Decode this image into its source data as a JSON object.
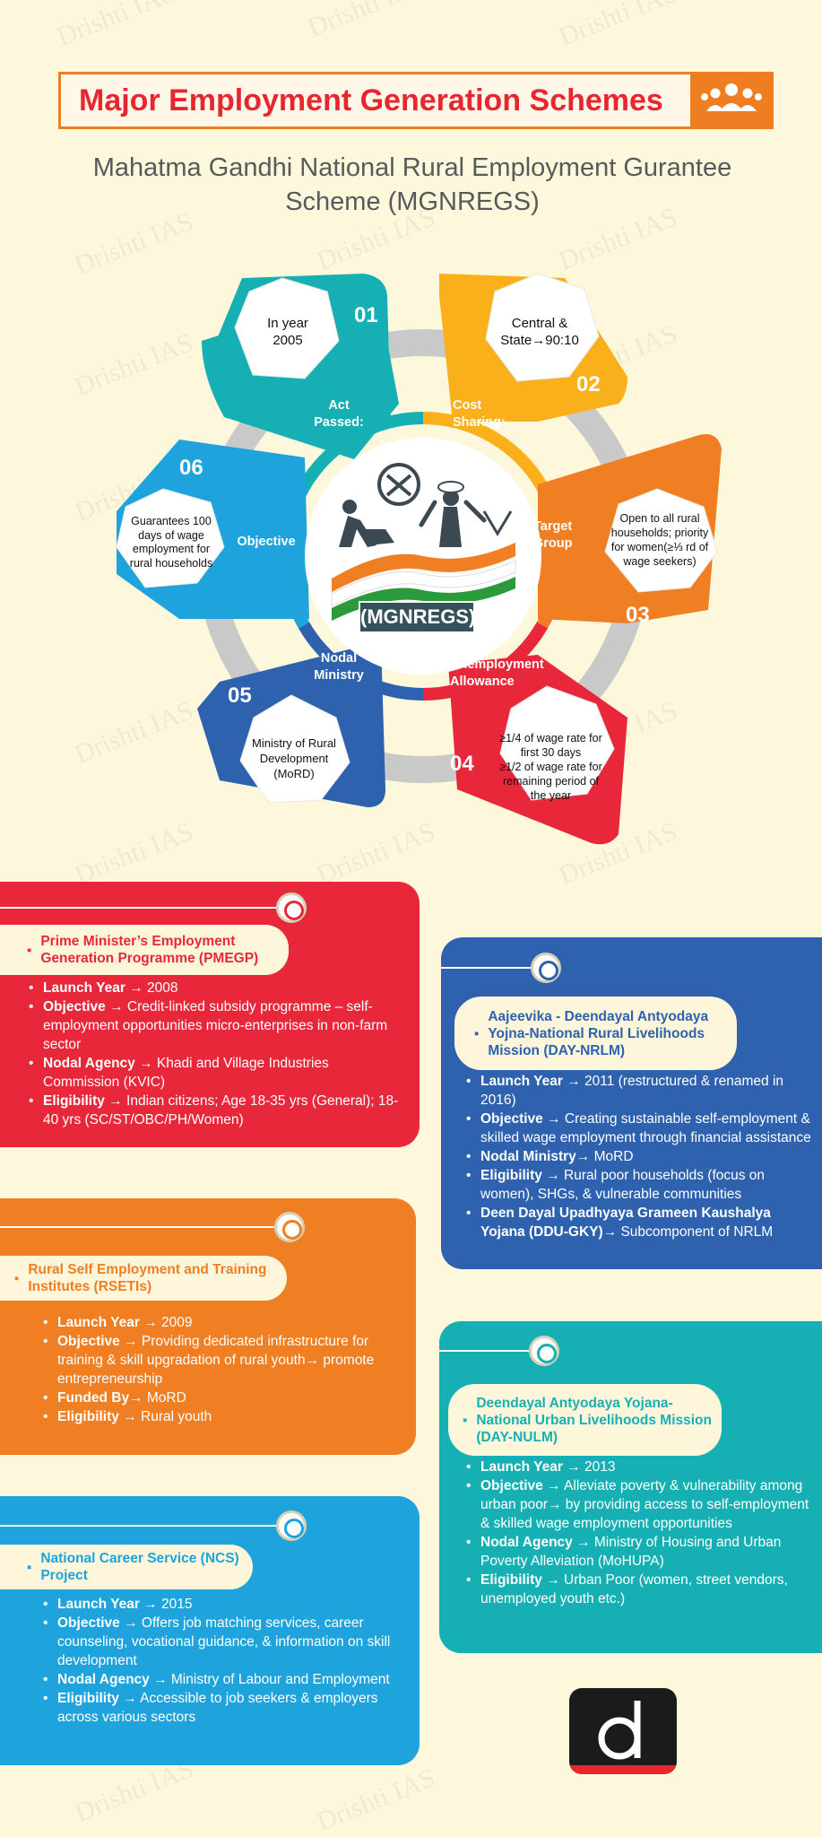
{
  "watermark": "Drishti IAS",
  "header": {
    "title": "Major Employment Generation Schemes",
    "icon": "people-group-icon",
    "accent": "#ef7d22",
    "title_color": "#e8262f"
  },
  "subtitle": "Mahatma Gandhi National Rural Employment Gurantee Scheme (MGNREGS)",
  "wheel": {
    "center_label": "(MGNREGS)",
    "petals": [
      {
        "num": "01",
        "label": "Act Passed:",
        "text": "In year 2005",
        "color": "#16b0b4"
      },
      {
        "num": "02",
        "label": "Cost Sharing:",
        "text": "Central & State→90:10",
        "color": "#f9b01a"
      },
      {
        "num": "03",
        "label": "Target Group",
        "text": "Open to all rural households; priority for women(≥⅓ rd of wage seekers)",
        "color": "#f07e22"
      },
      {
        "num": "04",
        "label": "Unemployment Allowance",
        "text_lines": [
          "≥1/4 of wage rate for first 30 days",
          "≥1/2 of wage rate for remaining period of the year"
        ],
        "color": "#e8273a"
      },
      {
        "num": "05",
        "label": "Nodal Ministry",
        "text": "Ministry of Rural Development (MoRD)",
        "color": "#2e62ae"
      },
      {
        "num": "06",
        "label": "Objective",
        "text": "Guarantees 100 days of wage employment for rural households",
        "color": "#1fa3dc"
      }
    ]
  },
  "schemes": {
    "pmegp": {
      "title": "Prime Minister’s Employment Generation Programme (PMEGP)",
      "color": "#e8273a",
      "items": [
        {
          "key": "Launch Year",
          "val": " → 2008"
        },
        {
          "key": "Objective",
          "val": " → Credit-linked subsidy programme – self-employment opportunities micro-enterprises in non-farm sector"
        },
        {
          "key": "Nodal Agency",
          "val": " → Khadi and Village Industries Commission (KVIC)"
        },
        {
          "key": "Eligibility",
          "val": " → Indian citizens; Age 18-35 yrs (General); 18-40 yrs (SC/ST/OBC/PH/Women)"
        }
      ]
    },
    "nrlm": {
      "title": "Aajeevika - Deendayal Antyodaya Yojna-National Rural Livelihoods Mission (DAY-NRLM)",
      "color": "#2e62ae",
      "items": [
        {
          "key": "Launch Year",
          "val": " → 2011 (restructured & renamed in 2016)"
        },
        {
          "key": "Objective",
          "val": " → Creating sustainable self-employment & skilled wage employment through financial assistance"
        },
        {
          "key": "Nodal Ministry",
          "val": "→ MoRD"
        },
        {
          "key": "Eligibility",
          "val": " → Rural poor households (focus on women), SHGs, & vulnerable communities"
        },
        {
          "key": "Deen Dayal Upadhyaya Grameen Kaushalya Yojana (DDU-GKY)",
          "val": "→ Subcomponent of NRLM"
        }
      ]
    },
    "rseti": {
      "title": "Rural Self Employment and Training Institutes (RSETIs)",
      "color": "#f07e22",
      "items": [
        {
          "key": "Launch Year",
          "val": " → 2009"
        },
        {
          "key": "Objective",
          "val": " → Providing dedicated infrastructure for training & skill upgradation of rural youth→ promote entrepreneurship"
        },
        {
          "key": "Funded By",
          "val": "→ MoRD"
        },
        {
          "key": "Eligibility",
          "val": " → Rural youth"
        }
      ]
    },
    "nulm": {
      "title": "Deendayal Antyodaya Yojana-National Urban Livelihoods Mission (DAY-NULM)",
      "color": "#16b0b4",
      "items": [
        {
          "key": "Launch Year",
          "val": " → 2013"
        },
        {
          "key": "Objective",
          "val": " → Alleviate poverty & vulnerability among urban poor→ by providing access to self-employment & skilled wage employment opportunities"
        },
        {
          "key": "Nodal Agency",
          "val": " → Ministry of Housing and Urban Poverty Alleviation (MoHUPA)"
        },
        {
          "key": "Eligibility",
          "val": " → Urban Poor (women, street vendors, unemployed youth etc.)"
        }
      ]
    },
    "ncs": {
      "title": "National Career Service (NCS) Project",
      "color": "#1fa3dc",
      "items": [
        {
          "key": "Launch Year",
          "val": " → 2015"
        },
        {
          "key": "Objective",
          "val": " → Offers job matching services, career counseling, vocational guidance, & information on skill development"
        },
        {
          "key": "Nodal Agency",
          "val": " → Ministry of Labour and Employment"
        },
        {
          "key": "Eligibility",
          "val": " → Accessible to job seekers & employers across various sectors"
        }
      ]
    }
  },
  "logo": {
    "letter": "d",
    "icon": "drishti-logo-icon"
  }
}
